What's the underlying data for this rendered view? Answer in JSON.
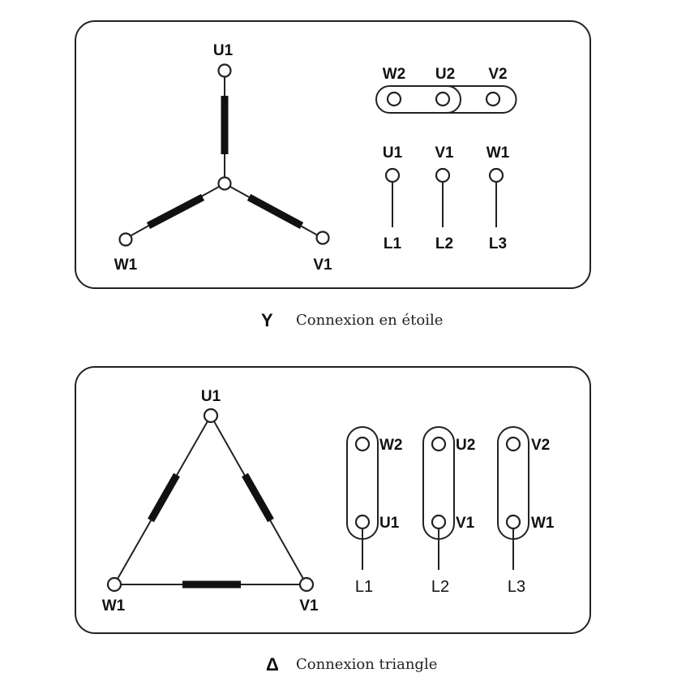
{
  "star": {
    "symbol": "Y",
    "caption": "Connexion en étoile",
    "winding_labels": {
      "u1": "U1",
      "v1": "V1",
      "w1": "W1"
    },
    "terminal_top": [
      "W2",
      "U2",
      "V2"
    ],
    "terminal_bottom": [
      "U1",
      "V1",
      "W1"
    ],
    "lines": [
      "L1",
      "L2",
      "L3"
    ]
  },
  "delta": {
    "symbol": "Δ",
    "caption": "Connexion triangle",
    "winding_labels": {
      "u1": "U1",
      "v1": "V1",
      "w1": "W1"
    },
    "terminal_top": [
      "W2",
      "U2",
      "V2"
    ],
    "terminal_bottom": [
      "U1",
      "V1",
      "W1"
    ],
    "lines": [
      "L1",
      "L2",
      "L3"
    ]
  }
}
